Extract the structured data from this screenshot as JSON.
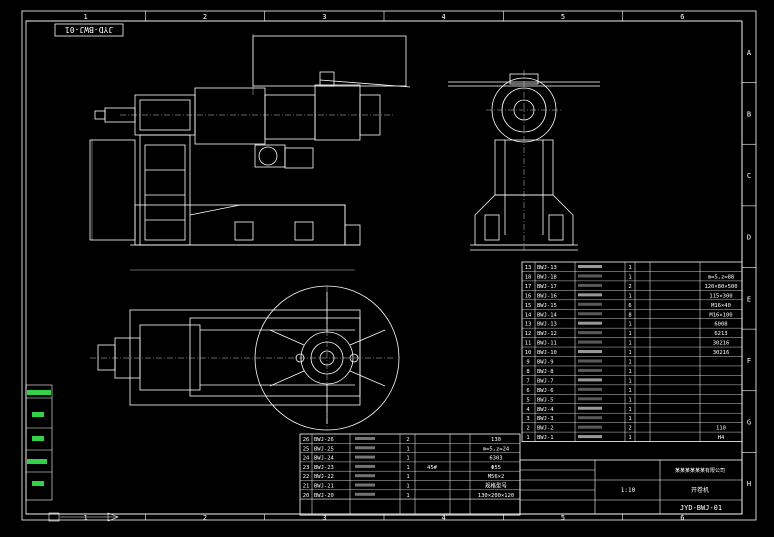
{
  "colors": {
    "background": "#000000",
    "line": "#ffffff",
    "dim": "#c8c8c8",
    "accent_green": "#33d04a"
  },
  "drawing": {
    "number": "JYD-BWJ-01",
    "title_stamp": "JYD-BWJ-01",
    "col_labels": [
      "1",
      "2",
      "3",
      "4",
      "5",
      "6"
    ],
    "row_labels": [
      "A",
      "B",
      "C",
      "D",
      "E",
      "F",
      "G",
      "H"
    ]
  },
  "bom_right": {
    "rows": [
      {
        "no": "13",
        "code": "BWJ-13",
        "qty": "1",
        "spec": ""
      },
      {
        "no": "18",
        "code": "BWJ-18",
        "qty": "1",
        "spec": "m=5,z=88"
      },
      {
        "no": "17",
        "code": "BWJ-17",
        "qty": "2",
        "spec": "120×80×500"
      },
      {
        "no": "16",
        "code": "BWJ-16",
        "qty": "1",
        "spec": "115×300"
      },
      {
        "no": "15",
        "code": "BWJ-15",
        "qty": "6",
        "spec": "M16×40"
      },
      {
        "no": "14",
        "code": "BWJ-14",
        "qty": "8",
        "spec": "M16×100"
      },
      {
        "no": "13",
        "code": "BWJ-13",
        "qty": "1",
        "spec": "6008"
      },
      {
        "no": "12",
        "code": "BWJ-12",
        "qty": "1",
        "spec": "6213"
      },
      {
        "no": "11",
        "code": "BWJ-11",
        "qty": "1",
        "spec": "30216"
      },
      {
        "no": "10",
        "code": "BWJ-10",
        "qty": "1",
        "spec": "30216"
      },
      {
        "no": "9",
        "code": "BWJ-9",
        "qty": "1",
        "spec": ""
      },
      {
        "no": "8",
        "code": "BWJ-8",
        "qty": "1",
        "spec": ""
      },
      {
        "no": "7",
        "code": "BWJ-7",
        "qty": "1",
        "spec": ""
      },
      {
        "no": "6",
        "code": "BWJ-6",
        "qty": "1",
        "spec": ""
      },
      {
        "no": "5",
        "code": "BWJ-5",
        "qty": "1",
        "spec": ""
      },
      {
        "no": "4",
        "code": "BWJ-4",
        "qty": "1",
        "spec": ""
      },
      {
        "no": "3",
        "code": "BWJ-3",
        "qty": "1",
        "spec": ""
      },
      {
        "no": "2",
        "code": "BWJ-2",
        "qty": "2",
        "spec": "110"
      },
      {
        "no": "1",
        "code": "BWJ-1",
        "qty": "1",
        "spec": "H4"
      }
    ]
  },
  "bom_left": {
    "rows": [
      {
        "no": "26",
        "code": "BWJ-26",
        "qty": "2",
        "note": "",
        "spec": "130"
      },
      {
        "no": "25",
        "code": "BWJ-25",
        "qty": "1",
        "note": "",
        "spec": "m=5,z=24"
      },
      {
        "no": "24",
        "code": "BWJ-24",
        "qty": "1",
        "note": "",
        "spec": "6303"
      },
      {
        "no": "23",
        "code": "BWJ-23",
        "qty": "1",
        "note": "45#",
        "spec": "Φ55"
      },
      {
        "no": "22",
        "code": "BWJ-22",
        "qty": "1",
        "note": "",
        "spec": "M56×2"
      },
      {
        "no": "21",
        "code": "BWJ-21",
        "qty": "1",
        "note": "",
        "spec": "规格型号"
      },
      {
        "no": "20",
        "code": "BWJ-20",
        "qty": "1",
        "note": "",
        "spec": "130×200×120"
      }
    ]
  },
  "title_block": {
    "company": "某某某某某某有限公司",
    "product": "开卷机",
    "code": "JYD-BWJ-01",
    "scale_value": "1:10"
  }
}
